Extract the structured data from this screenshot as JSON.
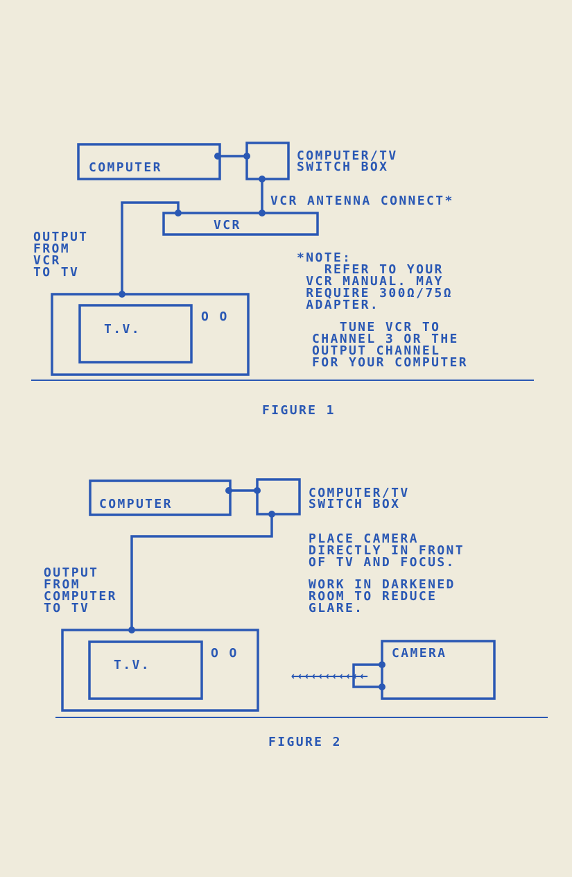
{
  "figure1": {
    "computer_label": "COMPUTER",
    "switch_label_1": "COMPUTER/TV",
    "switch_label_2": "SWITCH BOX",
    "antenna_label": "VCR ANTENNA CONNECT*",
    "vcr_label": "VCR",
    "output_lines": [
      "OUTPUT",
      "FROM",
      "VCR",
      "TO TV"
    ],
    "note_lines": [
      "*NOTE:",
      "   REFER TO YOUR",
      " VCR MANUAL. MAY",
      " REQUIRE 300Ω/75Ω",
      " ADAPTER."
    ],
    "tune_lines": [
      "   TUNE VCR TO",
      "CHANNEL 3 OR THE",
      "OUTPUT CHANNEL",
      "FOR YOUR COMPUTER"
    ],
    "tv_label": "T.V.",
    "knobs_label": "O O",
    "caption": "FIGURE 1"
  },
  "figure2": {
    "computer_label": "COMPUTER",
    "switch_label_1": "COMPUTER/TV",
    "switch_label_2": "SWITCH BOX",
    "place_lines": [
      "PLACE CAMERA",
      "DIRECTLY IN FRONT",
      "OF TV AND FOCUS."
    ],
    "work_lines": [
      "WORK IN DARKENED",
      "ROOM TO REDUCE",
      "GLARE."
    ],
    "output_lines": [
      "OUTPUT",
      "FROM",
      "COMPUTER",
      "TO TV"
    ],
    "tv_label": "T.V.",
    "knobs_label": "O O",
    "camera_label": "CAMERA",
    "arrows": "←←←←←←←←←←←",
    "caption": "FIGURE 2"
  }
}
